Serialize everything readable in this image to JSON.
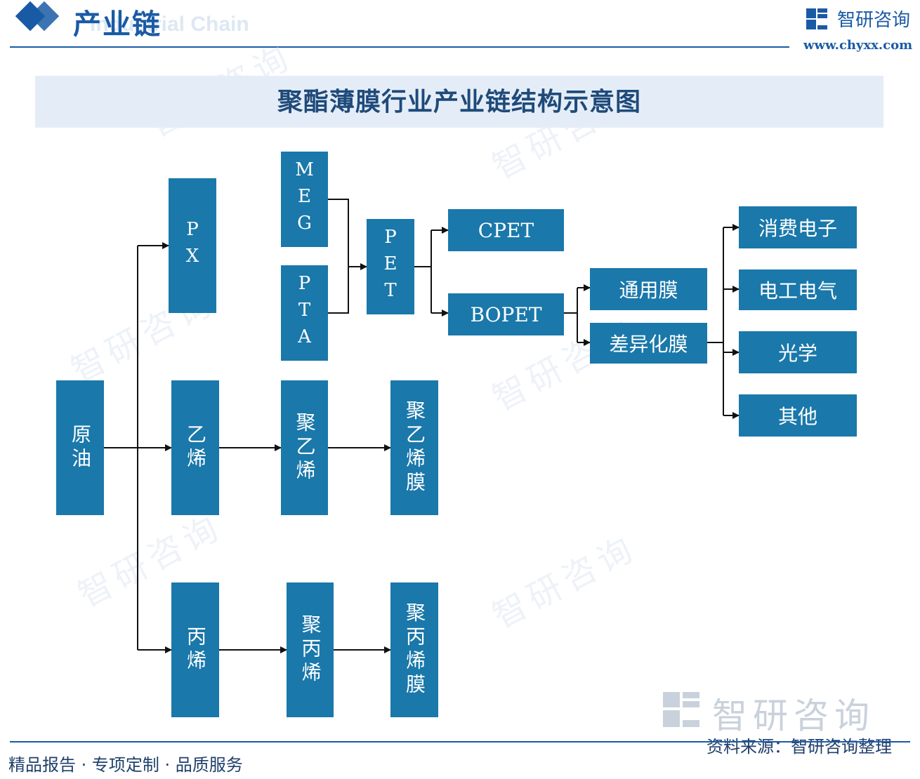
{
  "header": {
    "section_title": "产业链",
    "section_subtitle": "Industrial Chain",
    "brand_name": "智研咨询",
    "brand_url": "www.chyxx.com"
  },
  "diagram": {
    "title": "聚酯薄膜行业产业链结构示意图",
    "nodes": {
      "crude_oil": "原油",
      "px": "PX",
      "meg": "MEG",
      "pta": "PTA",
      "pet": "PET",
      "cpet": "CPET",
      "bopet": "BOPET",
      "general_film": "通用膜",
      "diff_film": "差异化膜",
      "consumer_electronics": "消费电子",
      "electrical": "电工电气",
      "optics": "光学",
      "others": "其他",
      "ethylene": "乙烯",
      "polyethylene": "聚乙烯",
      "pe_film": "聚乙烯膜",
      "propylene": "丙烯",
      "polypropylene": "聚丙烯",
      "pp_film": "聚丙烯膜"
    },
    "colors": {
      "node": "#1a78aa",
      "accent": "#1a5aa5",
      "banner": "#e4edf7"
    }
  },
  "watermark": "智研咨询",
  "footer": {
    "left_text": "精品报告 · 专项定制 · 品质服务",
    "source": "资料来源：智研咨询整理",
    "logo_text": "智研咨询"
  }
}
